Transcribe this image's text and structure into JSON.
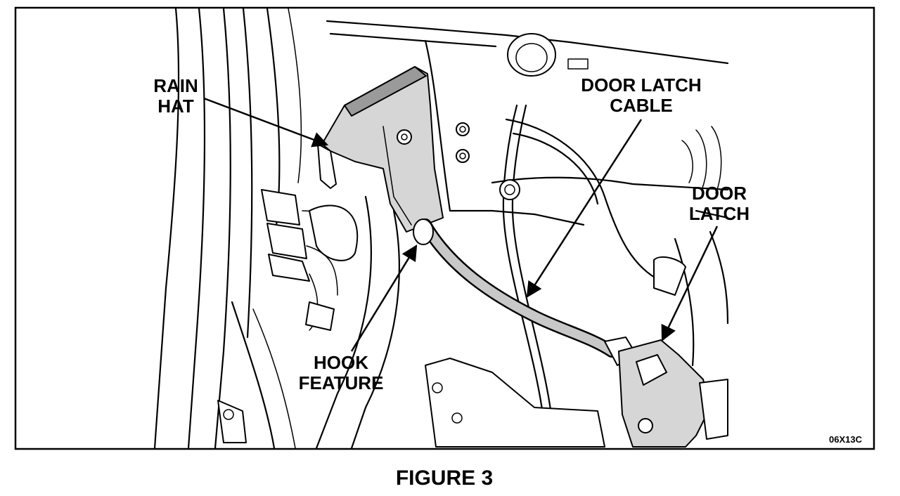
{
  "figure": {
    "labels": {
      "rain_hat_1": "RAIN",
      "rain_hat_2": "HAT",
      "door_latch_cable_1": "DOOR LATCH",
      "door_latch_cable_2": "CABLE",
      "door_latch_1": "DOOR",
      "door_latch_2": "LATCH",
      "hook_feature_1": "HOOK",
      "hook_feature_2": "FEATURE"
    },
    "code": "06X13C",
    "caption": "FIGURE 3"
  }
}
